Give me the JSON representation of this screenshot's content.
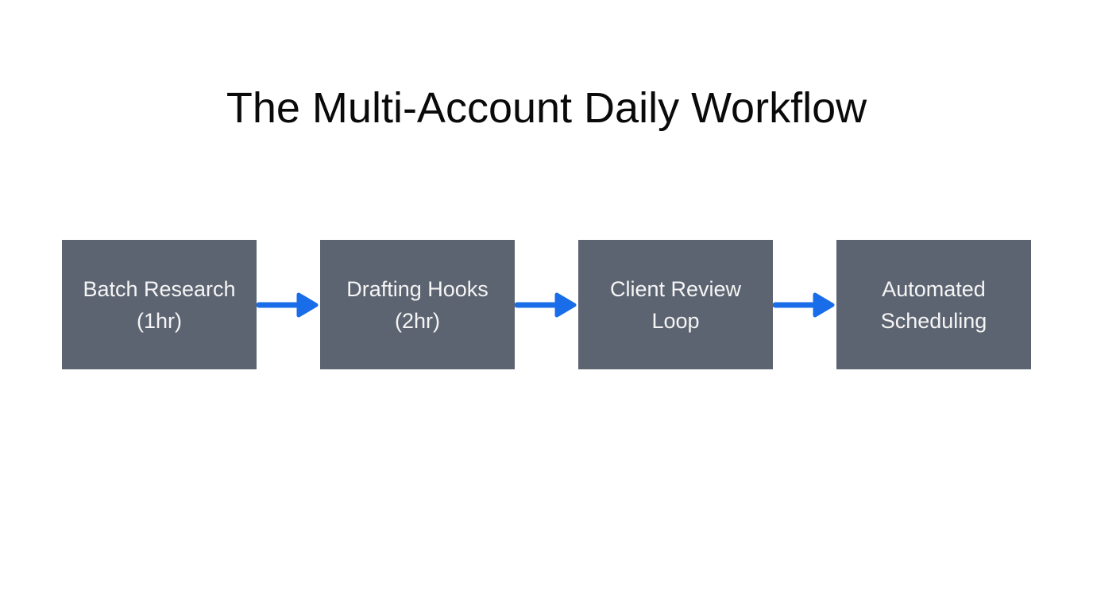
{
  "title": "The Multi-Account Daily Workflow",
  "workflow": {
    "steps": [
      {
        "label": "Batch Research (1hr)"
      },
      {
        "label": "Drafting Hooks (2hr)"
      },
      {
        "label": "Client Review Loop"
      },
      {
        "label": "Automated Scheduling"
      }
    ]
  },
  "colors": {
    "background": "#ffffff",
    "box_fill": "#5d6471",
    "box_text": "#f5f5f5",
    "arrow": "#1a6de8",
    "title_text": "#0a0a0a"
  }
}
